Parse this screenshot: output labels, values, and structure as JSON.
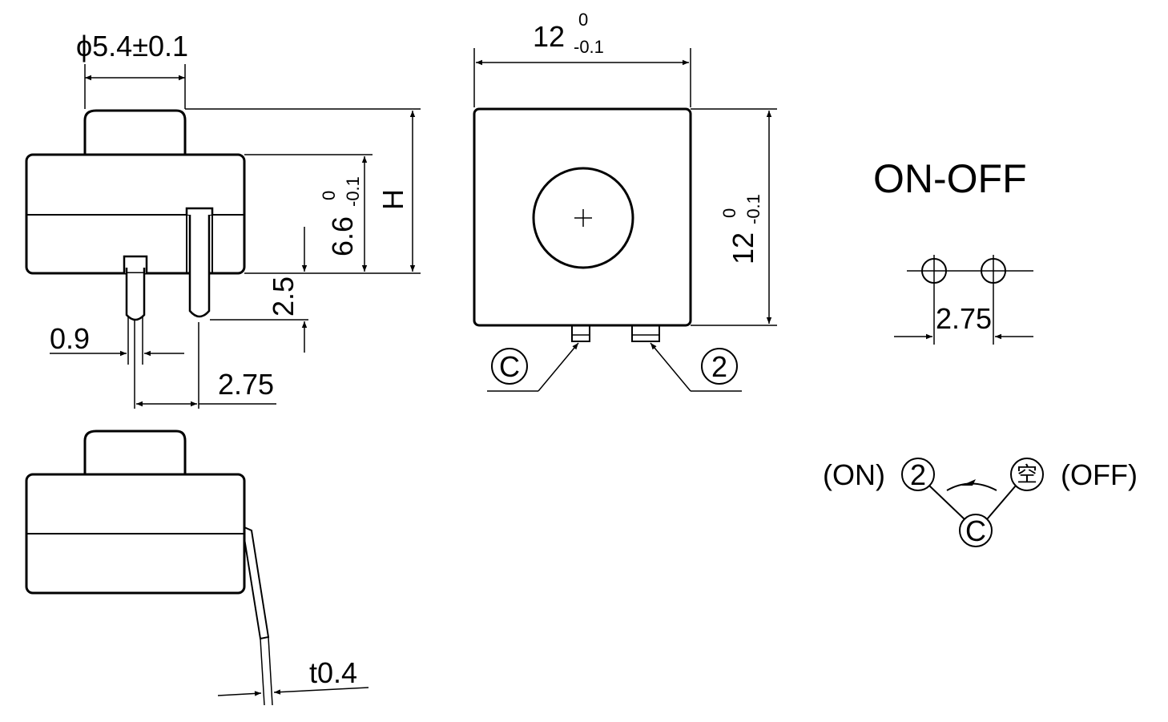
{
  "dimensions": {
    "button_diameter": "ϕ5.4±0.1",
    "height_main": "6.6",
    "height_tol_upper": "0",
    "height_tol_lower": "-0.1",
    "overall_height": "H",
    "pin_length": "2.5",
    "pin_width": "0.9",
    "pin_pitch_side": "2.75",
    "body_width": "12",
    "body_width_tol_upper": "0",
    "body_width_tol_lower": "-0.1",
    "body_depth": "12",
    "body_depth_tol_upper": "0",
    "body_depth_tol_lower": "-0.1",
    "pin_thickness": "t0.4",
    "pcb_pitch": "2.75"
  },
  "terminals": {
    "common": "C",
    "terminal_2": "2",
    "empty": "空"
  },
  "function": {
    "title": "ON-OFF",
    "on_label": "(ON)",
    "off_label": "(OFF)"
  }
}
